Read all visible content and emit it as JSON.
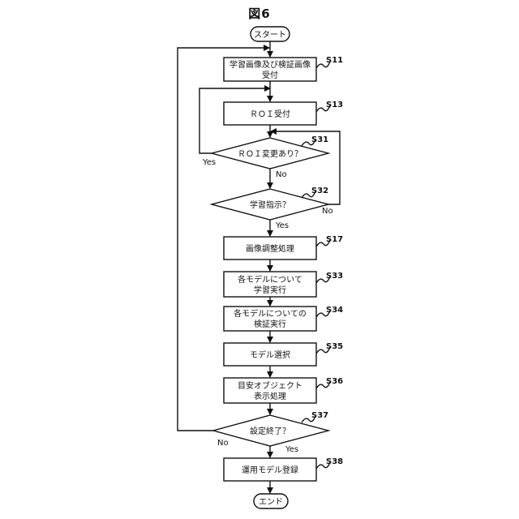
{
  "figure_title": "図6",
  "flow": {
    "start": "スタート",
    "end": "エンド",
    "s11": {
      "line1": "学習画像及び検証画像",
      "line2": "受付",
      "label": "S11"
    },
    "s13": {
      "text": "ＲＯＩ受付",
      "label": "S13"
    },
    "s31": {
      "text": "ＲＯＩ変更あり？",
      "label": "S31"
    },
    "s32": {
      "text": "学習指示？",
      "label": "S32"
    },
    "s17": {
      "text": "画像調整処理",
      "label": "S17"
    },
    "s33": {
      "line1": "各モデルについて",
      "line2": "学習実行",
      "label": "S33"
    },
    "s34": {
      "line1": "各モデルについての",
      "line2": "検証実行",
      "label": "S34"
    },
    "s35": {
      "text": "モデル選択",
      "label": "S35"
    },
    "s36": {
      "line1": "目安オブジェクト",
      "line2": "表示処理",
      "label": "S36"
    },
    "s37": {
      "text": "設定終了？",
      "label": "S37"
    },
    "s38": {
      "text": "運用モデル登録",
      "label": "S38"
    }
  },
  "branches": {
    "s31_yes": "Yes",
    "s31_no": "No",
    "s32_yes": "Yes",
    "s32_no": "No",
    "s37_yes": "Yes",
    "s37_no": "No"
  }
}
